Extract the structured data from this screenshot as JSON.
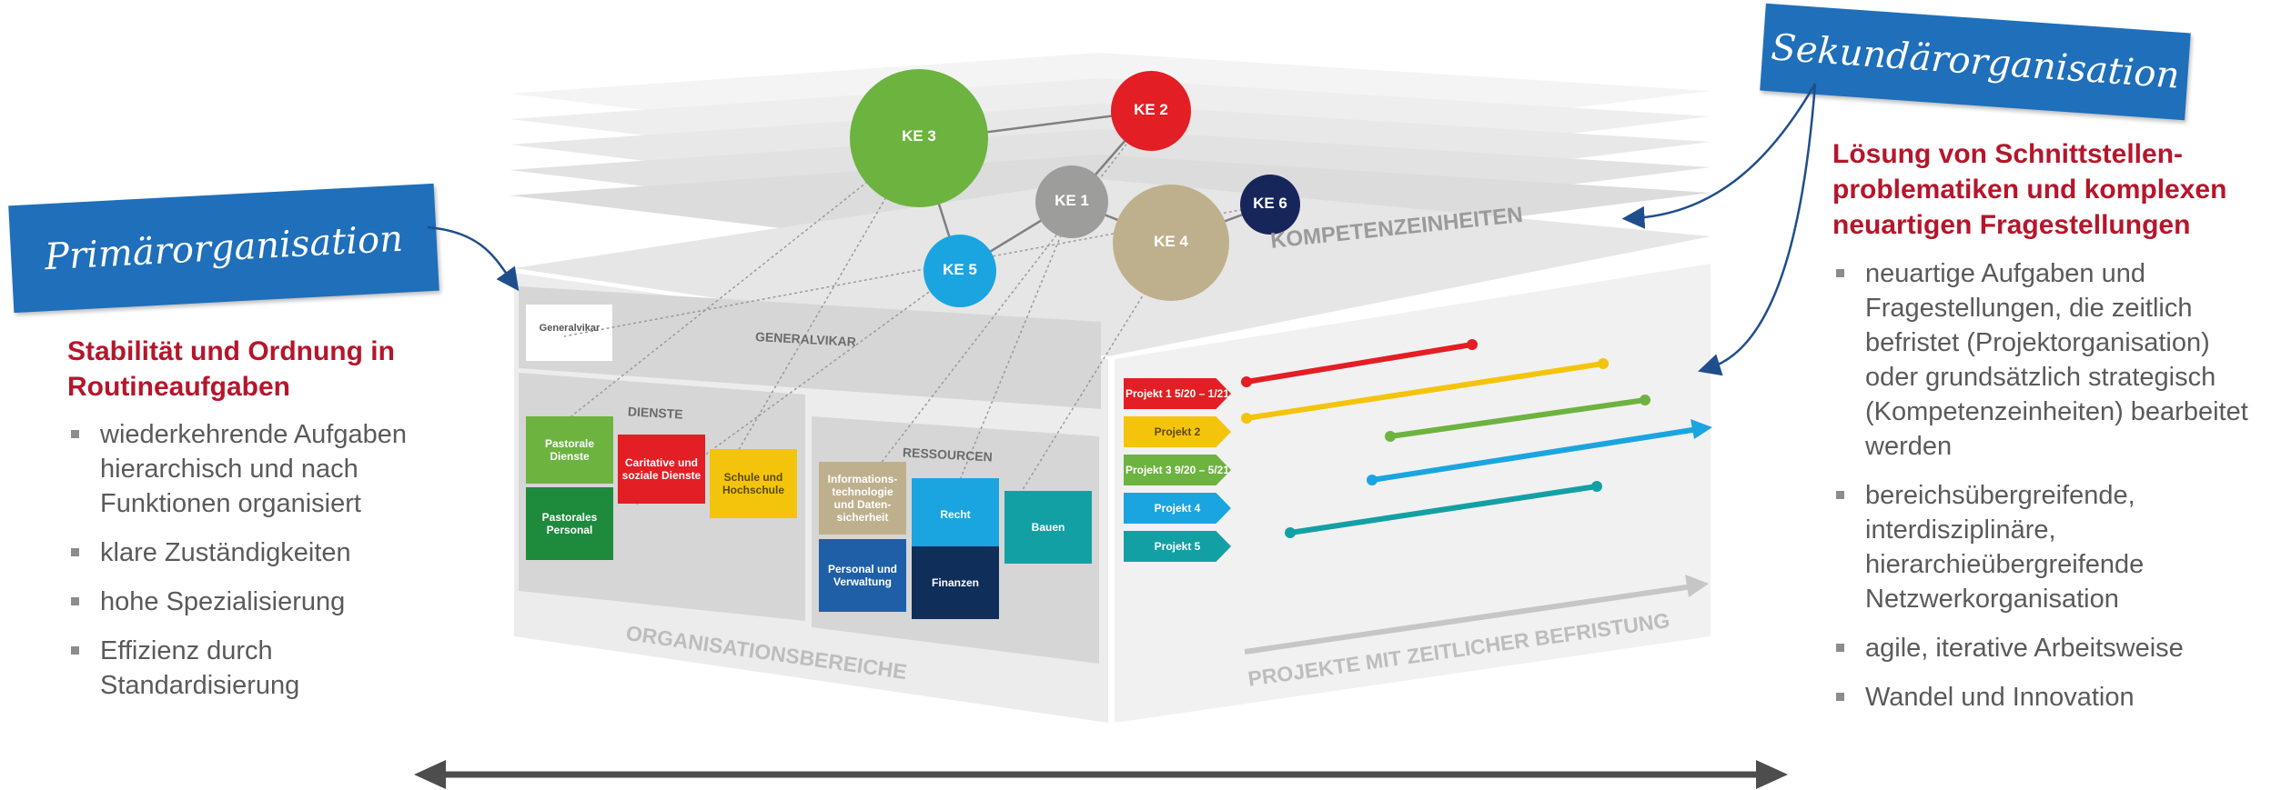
{
  "primary": {
    "banner": "Primärorganisation",
    "heading": "Stabilität und Ordnung in Routineaufgaben",
    "bullets": [
      "wiederkehrende Aufgaben hierarchisch und nach Funktionen organisiert",
      "klare Zuständigkeiten",
      "hohe Spezialisierung",
      "Effizienz durch Standardisierung"
    ]
  },
  "secondary": {
    "banner": "Sekundärorganisation",
    "heading": "Lösung von Schnittstellen-problematiken und komplexen neuartigen Fragestellungen",
    "bullets": [
      "neuartige Aufgaben und Fragestellungen, die zeitlich befristet (Projektorganisation) oder grundsätzlich strategisch (Kompetenzeinheiten) bearbeitet werden",
      "bereichsübergreifende, interdisziplinäre, hierarchieübergreifende Netzwerkorganisation",
      "agile, iterative Arbeitsweise",
      "Wandel und Innovation"
    ]
  },
  "layers": {
    "kompetenz": "KOMPETENZEINHEITEN",
    "org": "ORGANISATIONSBEREICHE",
    "projekte": "PROJEKTE MIT ZEITLICHER BEFRISTUNG"
  },
  "ke": [
    {
      "label": "KE 3",
      "color": "#6db33f"
    },
    {
      "label": "KE 2",
      "color": "#e31e24"
    },
    {
      "label": "KE 1",
      "color": "#9d9d9c"
    },
    {
      "label": "KE 4",
      "color": "#bfb08d"
    },
    {
      "label": "KE 6",
      "color": "#17265a"
    },
    {
      "label": "KE 5",
      "color": "#1ba5e0"
    }
  ],
  "org": {
    "generalvikar_box": "Generalvikar",
    "generalvikar_band": "GENERALVIKAR",
    "dienste": "DIENSTE",
    "ressourcen": "RESSOURCEN",
    "units": [
      {
        "label": "Pastorale Dienste",
        "color": "#6db33f"
      },
      {
        "label": "Caritative und soziale Dienste",
        "color": "#e31e24"
      },
      {
        "label": "Schule und Hochschule",
        "color": "#f4c40c"
      },
      {
        "label": "Pastorales Personal",
        "color": "#1d8a3c"
      },
      {
        "label": "Informations-technologie und Daten-sicherheit",
        "color": "#bfb08d"
      },
      {
        "label": "Recht",
        "color": "#1ba5e0"
      },
      {
        "label": "Bauen",
        "color": "#13a0a5"
      },
      {
        "label": "Personal und Verwaltung",
        "color": "#1f5fa8"
      },
      {
        "label": "Finanzen",
        "color": "#0f2e5a"
      }
    ]
  },
  "projects": [
    {
      "label": "Projekt 1 5/20 – 1/21",
      "color": "#e31e24"
    },
    {
      "label": "Projekt 2",
      "color": "#f4c40c"
    },
    {
      "label": "Projekt 3 9/20 – 5/21",
      "color": "#6db33f"
    },
    {
      "label": "Projekt 4",
      "color": "#1ba5e0"
    },
    {
      "label": "Projekt 5",
      "color": "#13a0a5"
    }
  ]
}
